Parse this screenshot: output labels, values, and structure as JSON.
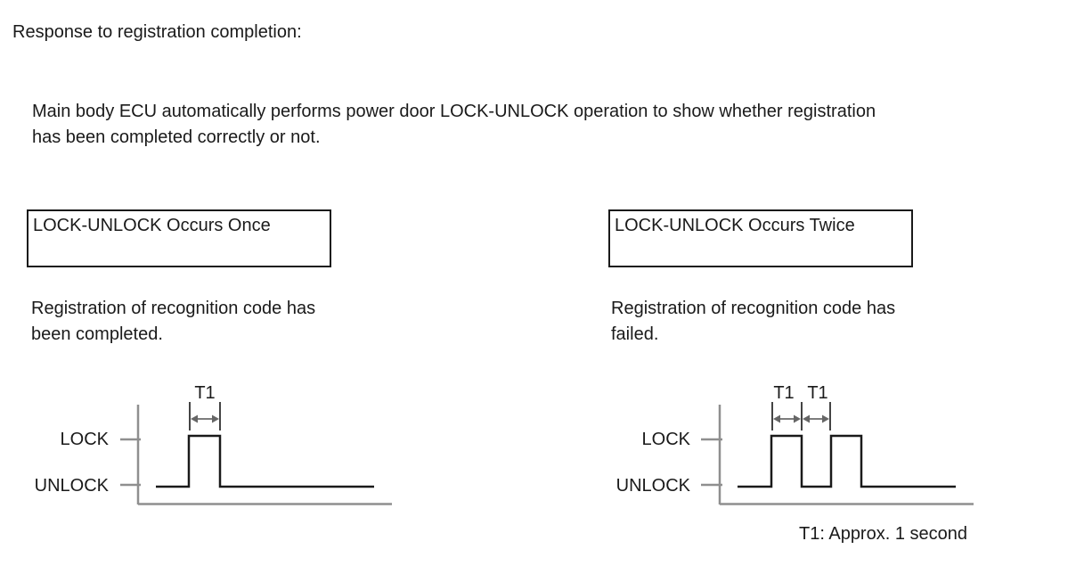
{
  "page": {
    "title": "Response to registration completion:",
    "intro": {
      "line1": "Main body ECU automatically performs power door LOCK-UNLOCK operation to show whether registration",
      "line2": "has been completed correctly or not."
    },
    "footnote": "T1: Approx. 1 second"
  },
  "left_panel": {
    "box_label": "LOCK-UNLOCK Occurs Once",
    "caption_line1": "Registration of recognition code has",
    "caption_line2": "been completed.",
    "diagram": {
      "type": "timing-waveform",
      "lock_label": "LOCK",
      "unlock_label": "UNLOCK",
      "t1_label": "T1",
      "pulse_count": 1,
      "meaning": "Registration of recognition code has been completed."
    }
  },
  "right_panel": {
    "box_label": "LOCK-UNLOCK Occurs Twice",
    "caption_line1": "Registration of recognition code has",
    "caption_line2": "failed.",
    "diagram": {
      "type": "timing-waveform",
      "lock_label": "LOCK",
      "unlock_label": "UNLOCK",
      "t1_label_1": "T1",
      "t1_label_2": "T1",
      "pulse_count": 2,
      "meaning": "Registration of recognition code has failed."
    }
  },
  "colors": {
    "ink": "#1a1a1a",
    "axis_gray": "#8f8f8f",
    "background": "#ffffff"
  }
}
